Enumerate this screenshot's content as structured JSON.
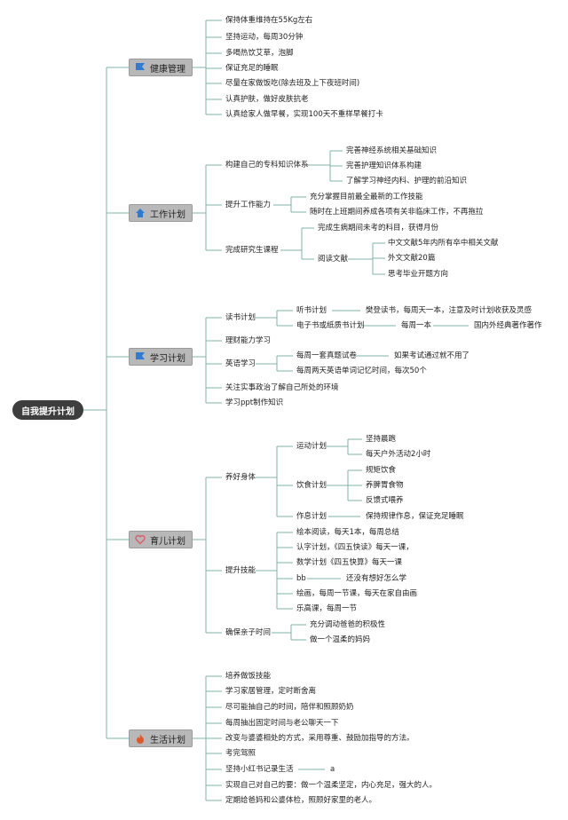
{
  "root": "自我提升计划",
  "categories": {
    "health": {
      "label": "健康管理",
      "items": [
        "保持体重维持在55Kg左右",
        "坚持运动，每周30分钟",
        "多喝热饮艾草，泡脚",
        "保证充足的睡眠",
        "尽量在家做饭吃(除去班及上下夜班时间)",
        "认真护肤，做好皮肤抗老",
        "认真给家人做早餐，实现100天不重样早餐打卡"
      ]
    },
    "work": {
      "label": "工作计划",
      "b1": "构建自己的专科知识体系",
      "b1_items": [
        "完善神经系统相关基础知识",
        "完善护理知识体系构建",
        "了解学习神经内科、护理的前沿知识"
      ],
      "b2": "提升工作能力",
      "b2_items": [
        "充分掌握目前最全最新的工作技能",
        "随时在上班期间养成各项有关非临床工作，不再拖拉"
      ],
      "b3": "完成研究生课程",
      "b3_a": "完成生病期间未考的科目，获得月份",
      "b3_b": "阅读文献",
      "b3_b_items": [
        "中文文献5年内所有卒中相关文献",
        "外文文献20篇",
        "思考毕业开题方向"
      ]
    },
    "study": {
      "label": "学习计划",
      "read": "读书计划",
      "listen": "听书计划",
      "listen_detail": "樊登读书，每周天一本，注意及时计划收获及灵感",
      "ebook": "电子书或纸质书计划",
      "ebook_mid": "每周一本",
      "ebook_detail": "国内外经典著作著作",
      "finance": "理财能力学习",
      "english": "英语学习",
      "eng1": "每周一套真题试卷",
      "eng1_note": "如果考试通过就不用了",
      "eng2": "每周两天英语单词记忆时间，每次50个",
      "news": "关注实事政治了解自己所处的环境",
      "ppt": "学习ppt制作知识"
    },
    "parenting": {
      "label": "育儿计划",
      "body": "养好身体",
      "sport": "运动计划",
      "sport_items": [
        "坚持晨跑",
        "每天户外活动2小时"
      ],
      "diet": "饮食计划",
      "diet_items": [
        "规矩饮食",
        "养脾胃食物",
        "反馈式喂养"
      ],
      "rest": "作息计划",
      "rest_detail": "保持规律作息，保证充足睡眠",
      "skills": "提升技能",
      "skill_items": [
        "绘本阅读，每天1本，每周总结",
        "认字计划，《四五快读》每天一课，",
        "数学计划《四五快算》每天一课",
        "bb",
        "绘画，每周一节课，每天在家自由画",
        "乐高课，每周一节"
      ],
      "bb_note": "还没有想好怎么学",
      "bond": "确保亲子时间",
      "bond_items": [
        "充分调动爸爸的积极性",
        "做一个温柔的妈妈"
      ]
    },
    "life": {
      "label": "生活计划",
      "items": [
        "培养做饭技能",
        "学习家居管理，定时断舍离",
        "尽可能抽自己的时间，陪伴和照顾奶奶",
        "每周抽出固定时间与老公聊天一下",
        "改变与婆婆相处的方式，采用尊重、鼓励加指导的方法。",
        "考完驾照",
        "坚持小红书记录生活",
        "实现自己对自己的要：做一个温柔坚定，内心充足，强大的人。",
        "定期给爸妈和公婆体检，照顾好家里的老人。"
      ],
      "red_note": "a"
    }
  },
  "colors": {
    "line": "#7fb3a8",
    "root_bg": "#3e3e3e",
    "cat_bg": "#b8b8b8",
    "icon_blue": "#2e7bd6",
    "icon_red": "#e0582a",
    "icon_heart": "#e05a6b"
  }
}
